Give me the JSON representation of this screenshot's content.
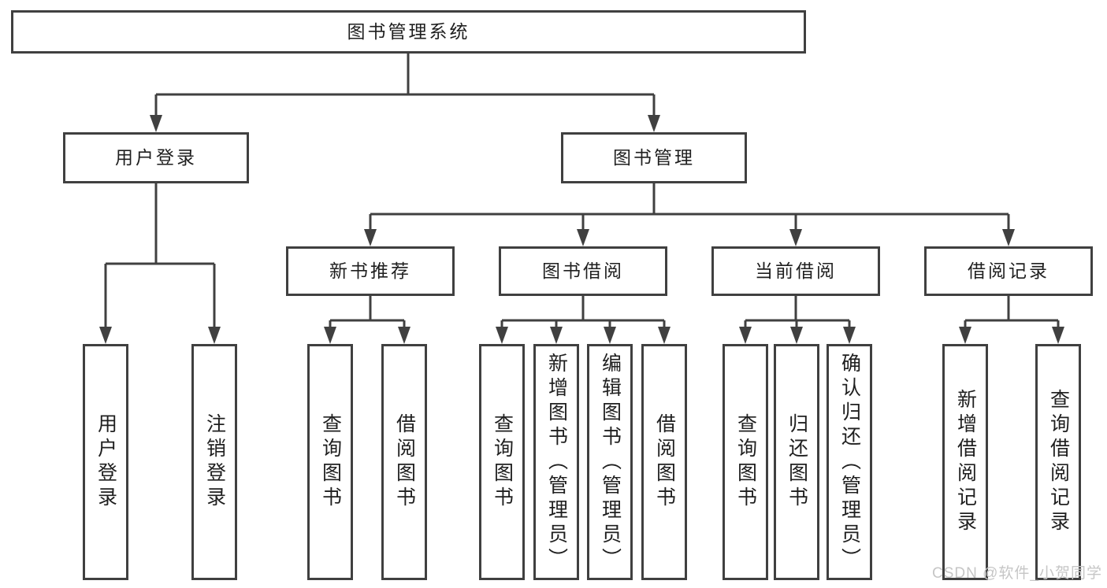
{
  "tree": {
    "root": "图书管理系统",
    "level2": [
      "用户登录",
      "图书管理"
    ],
    "user_children": [
      "用户登录",
      "注销登录"
    ],
    "mgmt_groups": [
      {
        "label": "新书推荐",
        "children": [
          "查询图书",
          "借阅图书"
        ]
      },
      {
        "label": "图书借阅",
        "children": [
          "查询图书",
          "新增图书（管理员）",
          "编辑图书（管理员）",
          "借阅图书"
        ]
      },
      {
        "label": "当前借阅",
        "children": [
          "查询图书",
          "归还图书",
          "确认归还（管理员）"
        ]
      },
      {
        "label": "借阅记录",
        "children": [
          "新增借阅记录",
          "查询借阅记录"
        ]
      }
    ]
  },
  "watermark": "CSDN @软件_小贺同学",
  "colors": {
    "line": "#404040",
    "text": "#1f1f1f",
    "watermark": "#c6c6c6",
    "background": "#ffffff"
  }
}
